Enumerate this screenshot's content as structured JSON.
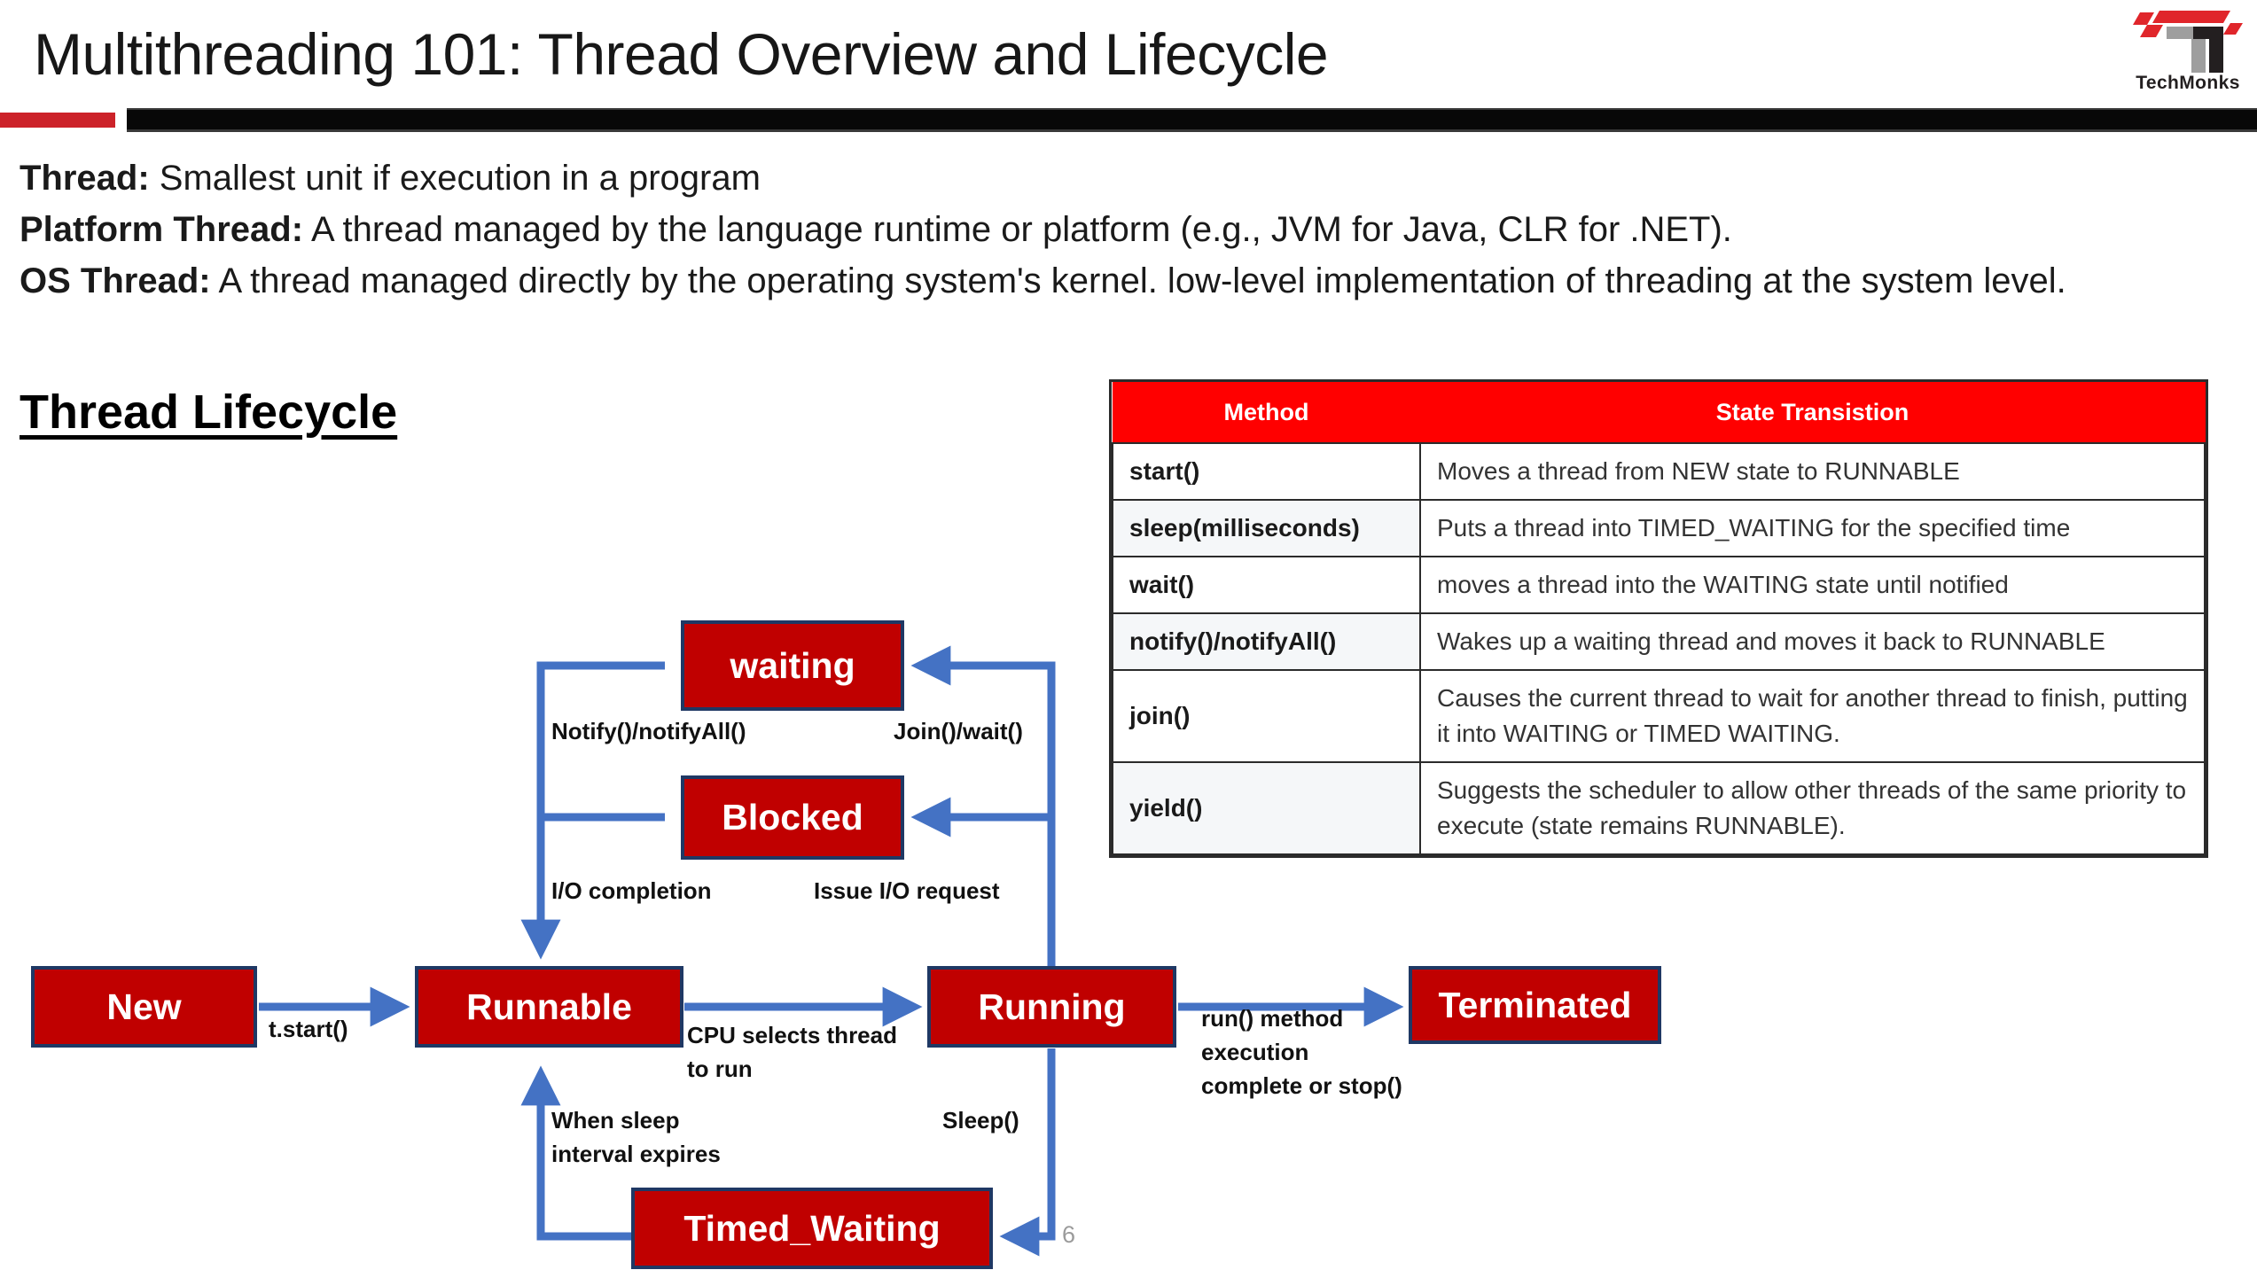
{
  "header": {
    "title": "Multithreading 101: Thread Overview and Lifecycle",
    "logo_word": "TechMonks",
    "accent_red": "#CC2229",
    "rule_black": "#080808"
  },
  "intro": {
    "lines": [
      {
        "label": "Thread:",
        "text": " Smallest unit if execution in a program"
      },
      {
        "label": "Platform Thread:",
        "text": " A thread managed by the language runtime or platform (e.g., JVM for Java, CLR for .NET)."
      },
      {
        "label": "OS Thread:",
        "text": " A thread managed directly by the operating system's kernel. low-level implementation of threading at the system level."
      }
    ]
  },
  "section": {
    "heading": "Thread Lifecycle"
  },
  "table": {
    "header_bg": "#FF0000",
    "columns": [
      "Method",
      "State Transistion"
    ],
    "rows": [
      {
        "method": "start()",
        "transition": "Moves a thread from NEW state to RUNNABLE"
      },
      {
        "method": "sleep(milliseconds)",
        "transition": "Puts a thread into TIMED_WAITING for the specified time"
      },
      {
        "method": "wait()",
        "transition": "moves a thread into the WAITING state until notified"
      },
      {
        "method": "notify()/notifyAll()",
        "transition": "Wakes up a waiting thread and moves it back to RUNNABLE"
      },
      {
        "method": "join()",
        "transition": "Causes the current thread to wait for another thread to finish, putting it into WAITING or TIMED WAITING."
      },
      {
        "method": "yield()",
        "transition": "Suggests the scheduler to allow other threads of the same priority to execute (state remains RUNNABLE)."
      }
    ]
  },
  "diagram": {
    "node_fill": "#C00000",
    "node_border": "#1F3864",
    "arrow_color": "#4472C4",
    "nodes": {
      "new": "New",
      "runnable": "Runnable",
      "running": "Running",
      "terminated": "Terminated",
      "waiting": "waiting",
      "blocked": "Blocked",
      "timed_waiting": "Timed_Waiting"
    },
    "edge_labels": {
      "t_start": "t.start()",
      "cpu_selects": "CPU selects thread\nto run",
      "run_complete": "run() method\nexecution\ncomplete or stop()",
      "notify": "Notify()/notifyAll()",
      "join_wait": "Join()/wait()",
      "io_completion": "I/O completion",
      "issue_io": "Issue I/O request",
      "when_sleep": "When sleep\ninterval expires",
      "sleep": "Sleep()"
    }
  },
  "footer": {
    "page_number": "6"
  }
}
